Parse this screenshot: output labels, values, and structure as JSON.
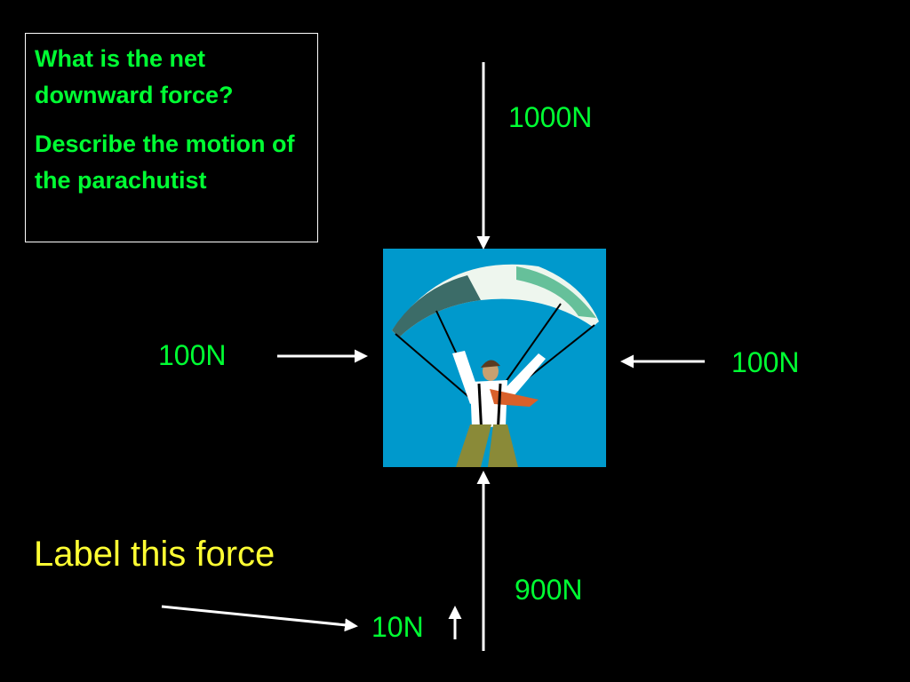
{
  "question": {
    "line1": "What is the net downward force?",
    "line2": "Describe the motion of the parachutist"
  },
  "forces": {
    "top": "1000N",
    "left": "100N",
    "right": "100N",
    "bottom": "900N",
    "small": "10N"
  },
  "prompt": "Label this force",
  "colors": {
    "background": "#000000",
    "question_text": "#00ff33",
    "force_labels": "#00ff33",
    "prompt_text": "#ffff33",
    "arrows": "#ffffff",
    "sky": "#0099cc"
  },
  "icons": {
    "picture": "parachutist-illustration"
  }
}
